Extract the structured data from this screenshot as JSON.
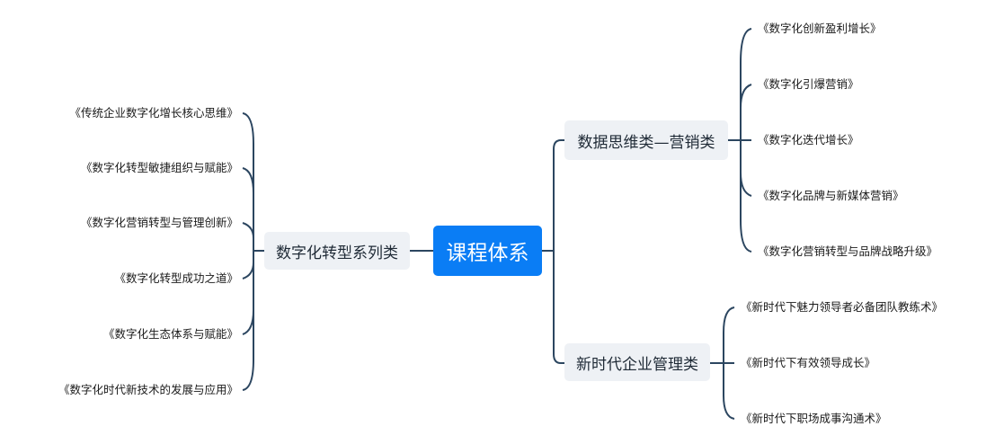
{
  "root": {
    "label": "课程体系"
  },
  "branches": {
    "left": {
      "label": "数字化转型系列类",
      "items": [
        "《传统企业数字化增长核心思维》",
        "《数字化转型敏捷组织与赋能》",
        "《数字化营销转型与管理创新》",
        "《数字化转型成功之道》",
        "《数字化生态体系与赋能》",
        "《数字化时代新技术的发展与应用》"
      ]
    },
    "right_top": {
      "label": "数据思维类—营销类",
      "items": [
        "《数字化创新盈利增长》",
        "《数字化引爆营销》",
        "《数字化迭代增长》",
        "《数字化品牌与新媒体营销》",
        "《数字化营销转型与品牌战略升级》"
      ]
    },
    "right_bottom": {
      "label": "新时代企业管理类",
      "items": [
        "《新时代下魅力领导者必备团队教练术》",
        "《新时代下有效领导成长》",
        "《新时代下职场成事沟通术》"
      ]
    }
  },
  "colors": {
    "root": "#0a7df5",
    "branch_bg": "#eef1f5",
    "line": "#2c4660"
  }
}
